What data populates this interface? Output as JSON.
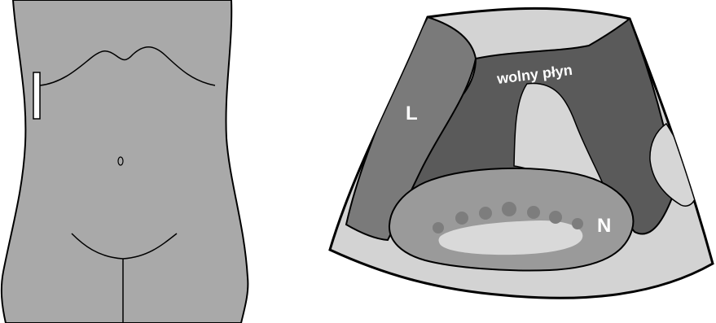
{
  "labels": {
    "liver": "L",
    "free_fluid": "wolny płyn",
    "kidney": "N"
  },
  "colors": {
    "background": "#ffffff",
    "body": "#a9a9a9",
    "outline": "#000000",
    "probe": "#ffffff",
    "ultrasound_field": "#d3d3d3",
    "liver": "#7a7a7a",
    "free_fluid": "#5a5a5a",
    "fluid_pocket": "#d6d6d6",
    "kidney_outer": "#9a9a9a",
    "kidney_inner": "#d9d9d9",
    "kidney_dots": "#7d7d7d"
  },
  "icons": {
    "torso": "torso-illustration",
    "probe": "ultrasound-probe-icon",
    "scan": "ultrasound-fan-scan"
  }
}
